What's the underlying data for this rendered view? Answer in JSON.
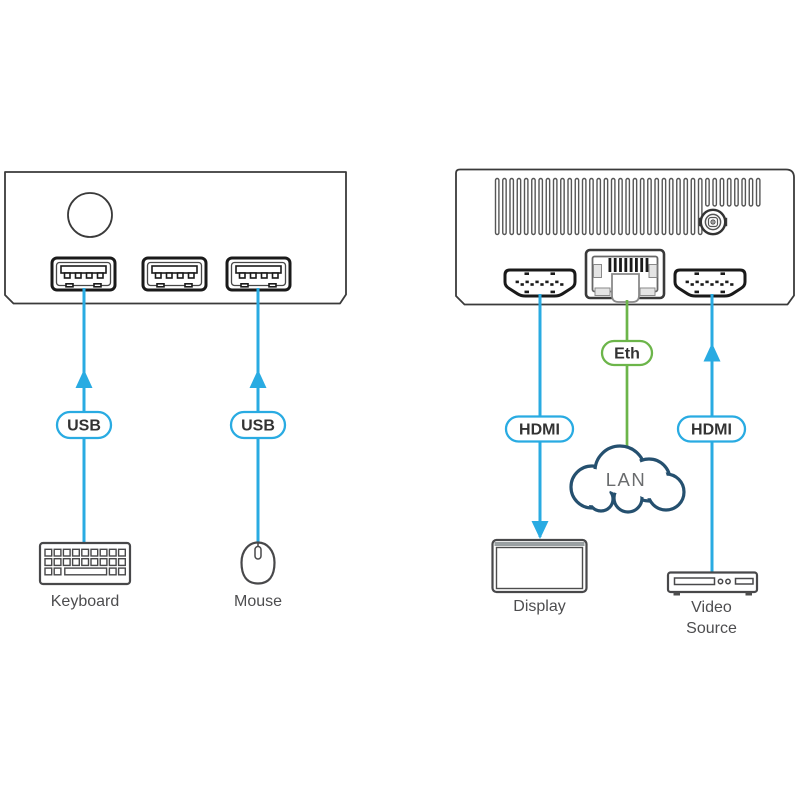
{
  "colors": {
    "connection_cyan": "#29abe2",
    "connection_green": "#6cb54a",
    "cloud_navy": "#25506f",
    "label_gray": "#4d4d4f",
    "badge_text": "#333333",
    "device_outline": "#3a3a3a"
  },
  "left_panel": {
    "device": "front panel with round button and three USB ports",
    "connections": [
      {
        "badge": "USB",
        "label": "Keyboard",
        "direction": "up"
      },
      {
        "badge": "USB",
        "label": "Mouse",
        "direction": "up"
      }
    ]
  },
  "right_panel": {
    "device": "rear panel with vents, power connector, HDMI, Ethernet and HDMI ports",
    "connections": [
      {
        "badge": "HDMI",
        "label": "Display",
        "direction": "down"
      },
      {
        "badge": "Eth",
        "label": "LAN",
        "direction": "none"
      },
      {
        "badge": "HDMI",
        "label_line1": "Video",
        "label_line2": "Source",
        "direction": "up"
      }
    ]
  },
  "icons": [
    "panel-button-icon",
    "usb-port-icon",
    "vent-grille",
    "power-connector-icon",
    "hdmi-port-icon",
    "ethernet-port-icon",
    "up-arrow-icon",
    "down-arrow-icon",
    "keyboard-icon",
    "mouse-icon",
    "display-icon",
    "video-source-icon",
    "lan-cloud-icon"
  ]
}
